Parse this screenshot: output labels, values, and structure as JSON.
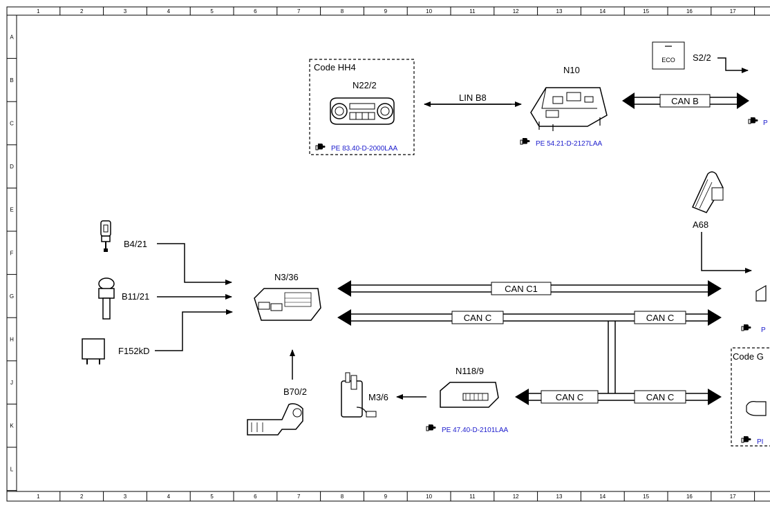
{
  "ruler": {
    "columns": [
      "1",
      "2",
      "3",
      "4",
      "5",
      "6",
      "7",
      "8",
      "9",
      "10",
      "11",
      "12",
      "13",
      "14",
      "15",
      "16",
      "17"
    ],
    "rows": [
      "A",
      "B",
      "C",
      "D",
      "E",
      "F",
      "G",
      "H",
      "J",
      "K",
      "L"
    ]
  },
  "code_boxes": {
    "hh4": "Code HH4",
    "g": "Code G"
  },
  "components": {
    "n22_2": "N22/2",
    "n10": "N10",
    "s2_2": "S2/2",
    "eco": "ECO",
    "a68": "A68",
    "b4_21": "B4/21",
    "b11_21": "B11/21",
    "f152kd": "F152kD",
    "n3_36": "N3/36",
    "b70_2": "B70/2",
    "m3_6": "M3/6",
    "n118_9": "N118/9"
  },
  "buses": {
    "lin_b8": "LIN B8",
    "can_b": "CAN B",
    "can_c1": "CAN C1",
    "can_c_upper_left": "CAN C",
    "can_c_upper_right": "CAN C",
    "can_c_lower_left": "CAN C",
    "can_c_lower_right": "CAN C"
  },
  "references": {
    "n22_2": "PE 83.40-D-2000LAA",
    "n10": "PE 54.21-D-2127LAA",
    "n118_9": "PE 47.40-D-2101LAA",
    "right_top": "P",
    "right_mid": "P",
    "right_bottom": "PI"
  },
  "icons": {
    "reference_hand": "pointing-hand-icon"
  }
}
